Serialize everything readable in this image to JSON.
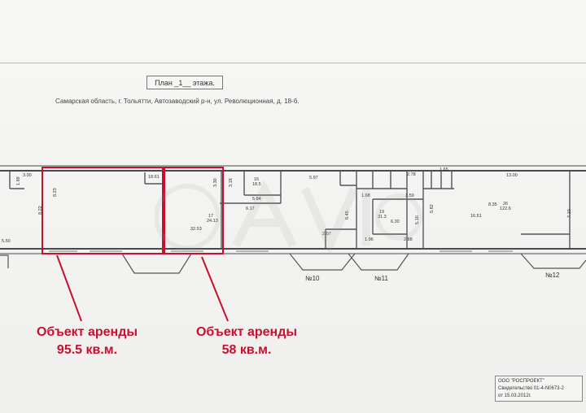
{
  "plan_title": "План _1__ этажа.",
  "address": "Самарская область, г. Тольятти, Автозаводский р-н, ул. Революционная, д. 18-б.",
  "entrances": [
    "№10",
    "№11",
    "№12"
  ],
  "rental_objects": [
    {
      "label": "Объект аренды",
      "area": "95.5 кв.м."
    },
    {
      "label": "Объект аренды",
      "area": "58 кв.м."
    }
  ],
  "room_labels": {
    "r_300": "3.00",
    "r_189": "1.89",
    "r_822": "8.22",
    "r_823": "8.23",
    "r_550": "5.50",
    "r_1861": "18.61",
    "r_330": "3.30",
    "r_3253": "32.53",
    "r_17": "17",
    "r_2413": "24.13",
    "r_318": "3.18",
    "r_16": "16",
    "r_185": "18.5",
    "r_584": "5.84",
    "r_617": "6.17",
    "r_597": "5.97",
    "r_645": "6.45",
    "r_207": "2.07",
    "r_196": "1.96",
    "r_288": "2.88",
    "r_19": "19",
    "r_313": "31.3",
    "r_630": "6.30",
    "r_510": "5.10",
    "r_359": "3.59",
    "r_278": "2.78",
    "r_168": "1.68",
    "r_1300": "13.00",
    "r_582": "5.82",
    "r_1651": "16.51",
    "r_835": "8.35",
    "r_26": "26",
    "r_1226": "122.6",
    "r_710": "7.10",
    "r_165": "1.65"
  },
  "stamp": {
    "company": "ООО \"РОСПРОЕКТ\"",
    "cert": "Свидетельство 01-4-N0673-2",
    "date": "от 15.03.2012г."
  },
  "colors": {
    "highlight": "#c8102e",
    "wall": "#4a4a4a"
  }
}
